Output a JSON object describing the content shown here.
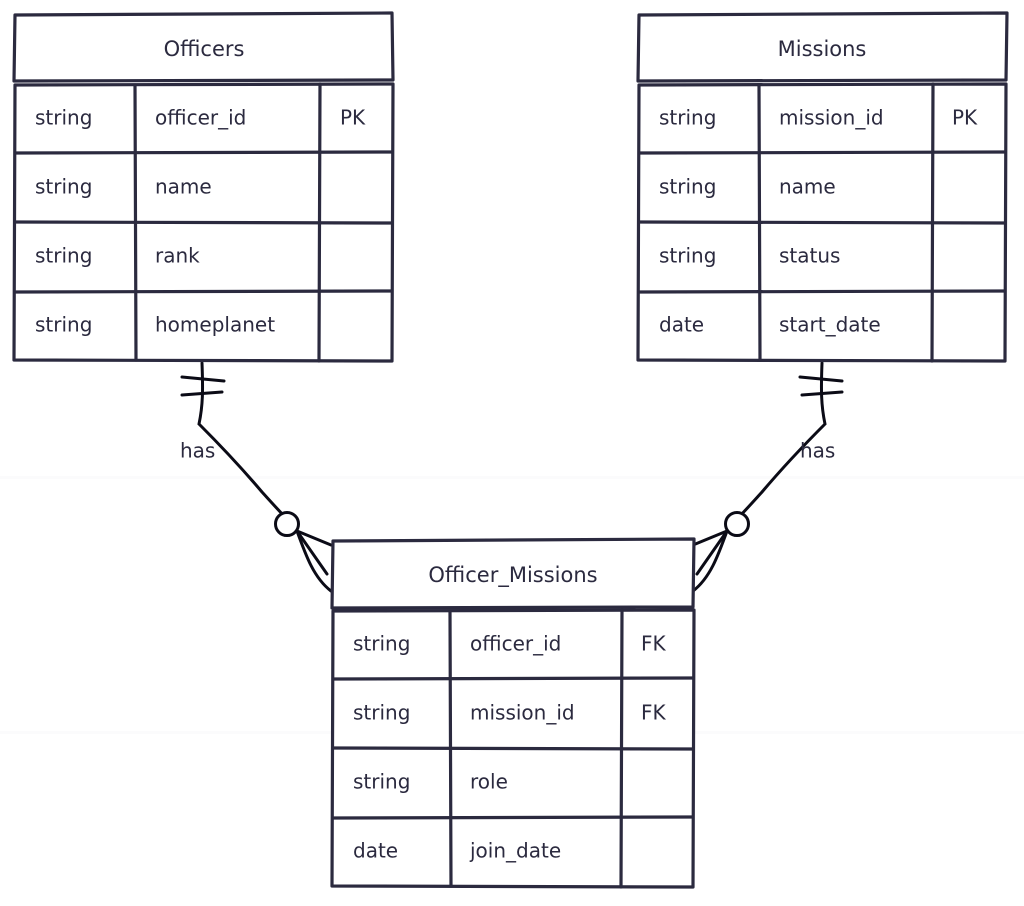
{
  "diagram": {
    "type": "entity-relationship-diagram",
    "notation": "crow's foot",
    "style": "hand-drawn",
    "colors": {
      "stroke": "#2b2a3f",
      "text": "#2b2a3f",
      "line": "#0b0b16",
      "background": "#ffffff"
    }
  },
  "entities": [
    {
      "id": "officers",
      "name": "Officers",
      "attributes": [
        {
          "type": "string",
          "name": "officer_id",
          "key": "PK"
        },
        {
          "type": "string",
          "name": "name",
          "key": ""
        },
        {
          "type": "string",
          "name": "rank",
          "key": ""
        },
        {
          "type": "string",
          "name": "homeplanet",
          "key": ""
        }
      ]
    },
    {
      "id": "missions",
      "name": "Missions",
      "attributes": [
        {
          "type": "string",
          "name": "mission_id",
          "key": "PK"
        },
        {
          "type": "string",
          "name": "name",
          "key": ""
        },
        {
          "type": "string",
          "name": "status",
          "key": ""
        },
        {
          "type": "date",
          "name": "start_date",
          "key": ""
        }
      ]
    },
    {
      "id": "officer_missions",
      "name": "Officer_Missions",
      "attributes": [
        {
          "type": "string",
          "name": "officer_id",
          "key": "FK"
        },
        {
          "type": "string",
          "name": "mission_id",
          "key": "FK"
        },
        {
          "type": "string",
          "name": "role",
          "key": ""
        },
        {
          "type": "date",
          "name": "join_date",
          "key": ""
        }
      ]
    }
  ],
  "relationships": [
    {
      "id": "officers-has-officer-missions",
      "label": "has",
      "from": "Officers",
      "to": "Officer_Missions",
      "from_cardinality": "exactly-one",
      "to_cardinality": "zero-or-many"
    },
    {
      "id": "missions-has-officer-missions",
      "label": "has",
      "from": "Missions",
      "to": "Officer_Missions",
      "from_cardinality": "exactly-one",
      "to_cardinality": "zero-or-many"
    }
  ]
}
